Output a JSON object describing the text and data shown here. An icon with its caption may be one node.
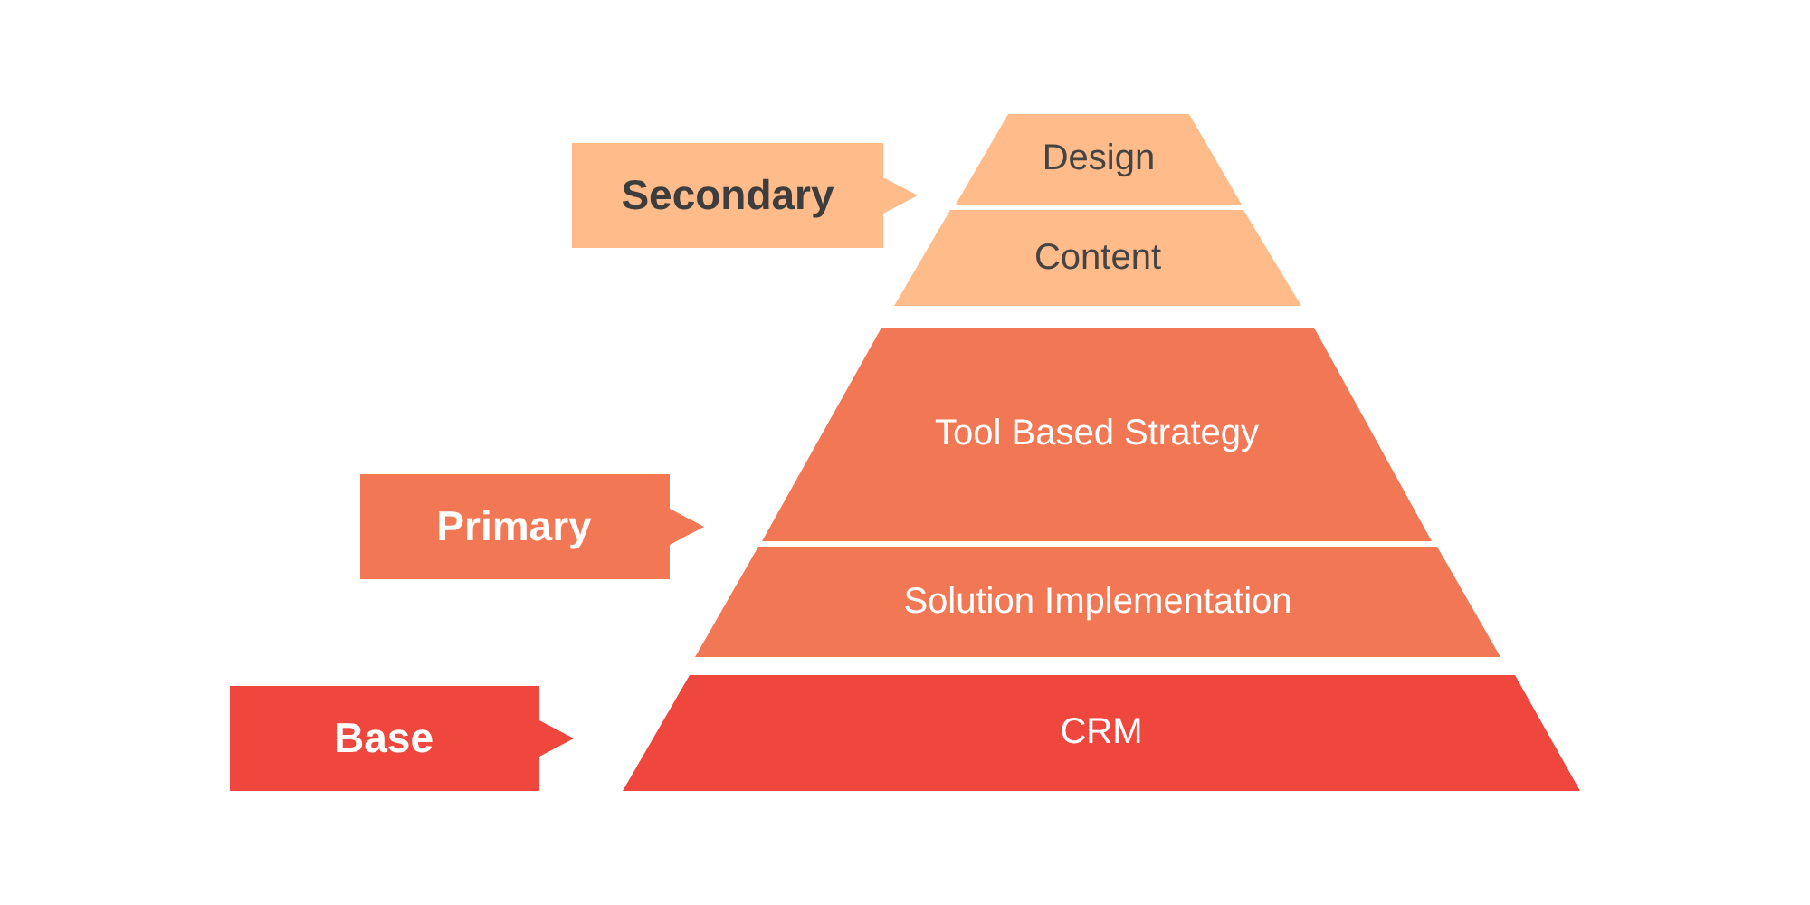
{
  "diagram": {
    "nodes": [
      {
        "text": [
          "Secondary"
        ]
      },
      {
        "text": [
          "Design"
        ]
      },
      {
        "text": [
          "Content"
        ]
      },
      {
        "text": [
          "Primary"
        ]
      },
      {
        "text": [
          "Tool Based Strategy"
        ]
      },
      {
        "text": [
          "Solution Implementation"
        ]
      },
      {
        "text": [
          "Base"
        ]
      },
      {
        "text": [
          "CRM"
        ]
      }
    ],
    "edges": []
  }
}
